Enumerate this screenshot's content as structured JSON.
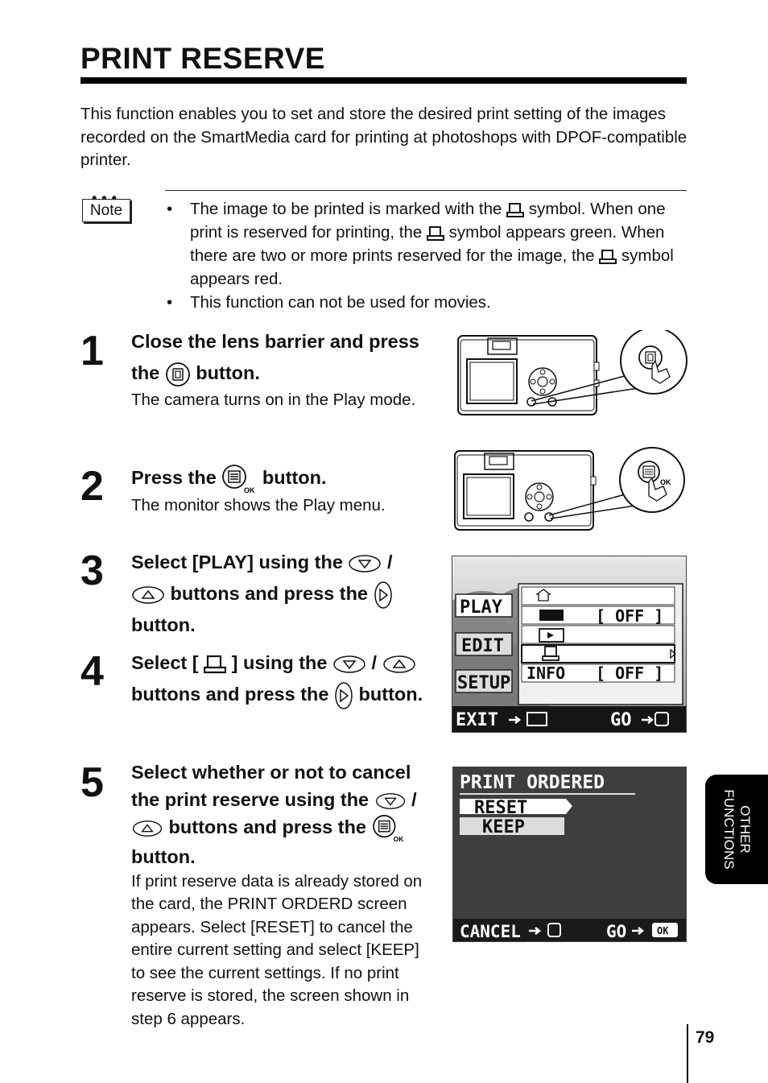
{
  "title": "PRINT RESERVE",
  "intro": "This function enables you to set and store the desired print setting of the images recorded on the SmartMedia card for printing at photoshops with DPOF-compatible printer.",
  "note": {
    "badge": "Note",
    "items": [
      {
        "parts": [
          "The image to be printed is marked with the ",
          " symbol. When one print is reserved for printing, the ",
          " symbol appears green. When there are two or more prints reserved for the image, the ",
          " symbol appears red."
        ]
      },
      {
        "parts": [
          "This function can not be used for movies."
        ]
      }
    ]
  },
  "steps": [
    {
      "num": "1",
      "heading_a": "Close the lens barrier and press the ",
      "heading_b": " button.",
      "body": "The camera turns on in the Play mode."
    },
    {
      "num": "2",
      "heading_a": "Press the ",
      "heading_b": " button.",
      "body": "The monitor shows the Play menu."
    },
    {
      "num": "3",
      "heading_a": "Select [PLAY] using the ",
      "heading_sep": " / ",
      "heading_b": " buttons and press the ",
      "heading_c": " button."
    },
    {
      "num": "4",
      "heading_a": "Select [ ",
      "heading_b": " ] using the ",
      "heading_sep": " / ",
      "heading_c": " buttons and press the ",
      "heading_d": " button."
    },
    {
      "num": "5",
      "heading_a": "Select whether or not to cancel the print reserve using the ",
      "heading_sep": " / ",
      "heading_b": " buttons and press the ",
      "heading_c": " button.",
      "body": "If print reserve data is already stored on the card, the PRINT ORDERD screen appears. Select [RESET] to cancel the entire current setting and select [KEEP] to see the current settings. If no print reserve is stored, the screen shown in step 6 appears."
    }
  ],
  "menu_screen": {
    "tabs": [
      "PLAY",
      "EDIT",
      "SETUP"
    ],
    "rows": [
      {
        "label": "",
        "value": ""
      },
      {
        "label": "",
        "value": "[ OFF ]"
      },
      {
        "label": "",
        "value": ""
      },
      {
        "label": "",
        "value": ""
      },
      {
        "label": "INFO",
        "value": "[ OFF ]"
      }
    ],
    "footer_left": "EXIT",
    "footer_right": "GO"
  },
  "print_screen": {
    "title": "PRINT ORDERED",
    "options": [
      "RESET",
      "KEEP"
    ],
    "footer_left": "CANCEL",
    "footer_right": "GO",
    "ok_label": "OK"
  },
  "ok_sub": "OK",
  "side_tab": {
    "line1": "OTHER",
    "line2": "FUNCTIONS"
  },
  "page_number": "79"
}
